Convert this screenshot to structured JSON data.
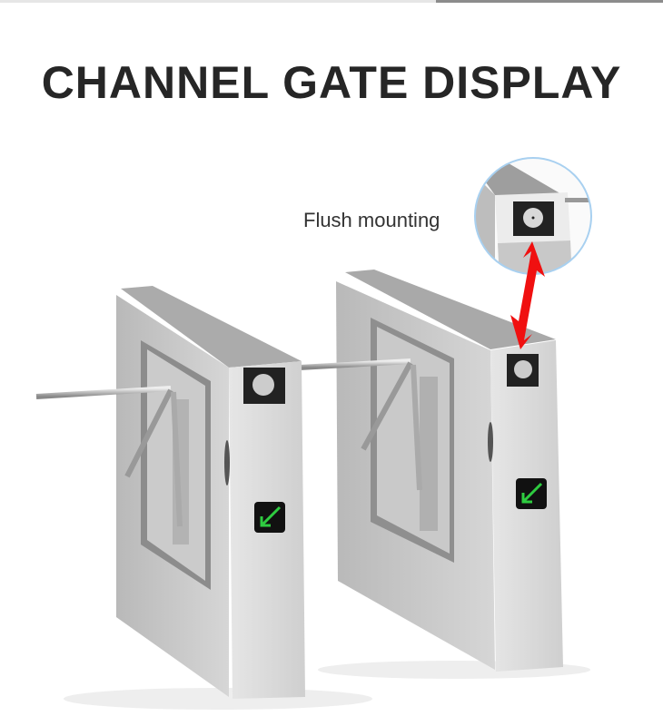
{
  "title": "CHANNEL GATE DISPLAY",
  "callout": {
    "label": "Flush mounting",
    "arrow_color": "#f01010",
    "circle_border_color": "#a8d0f0"
  },
  "product": {
    "gate_count": 2,
    "indicator_color": "#2ecc40"
  }
}
